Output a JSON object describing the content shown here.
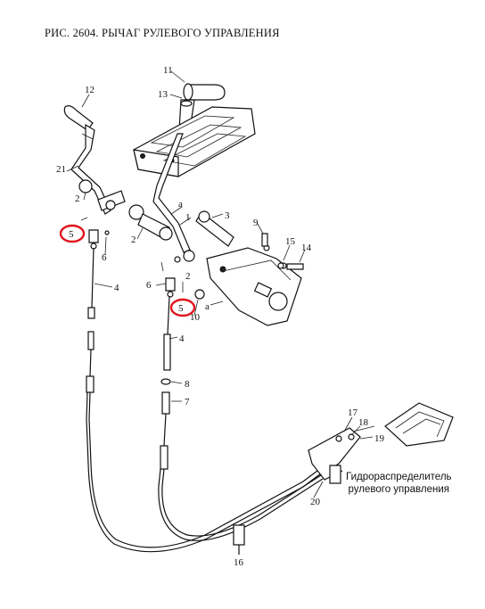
{
  "title": "РИС. 2604. РЫЧАГ РУЛЕВОГО УПРАВЛЕНИЯ",
  "caption_lines": [
    "Гидрораспределитель",
    "рулевого управления"
  ],
  "highlight_color": "#e0141b",
  "labels": {
    "l11": "11",
    "l12": "12",
    "l13": "13",
    "l21": "21",
    "l2a": "2",
    "l2b": "2",
    "l2c": "2",
    "l1": "1",
    "la1": "a",
    "la2": "a",
    "l3": "3",
    "l5a": "5",
    "l5b": "5",
    "l6a": "6",
    "l6b": "6",
    "l4a": "4",
    "l4b": "4",
    "l9": "9",
    "l15": "15",
    "l14": "14",
    "l10": "10",
    "l8": "8",
    "l7": "7",
    "l17": "17",
    "l18": "18",
    "l19": "19",
    "l20": "20",
    "l16": "16"
  }
}
